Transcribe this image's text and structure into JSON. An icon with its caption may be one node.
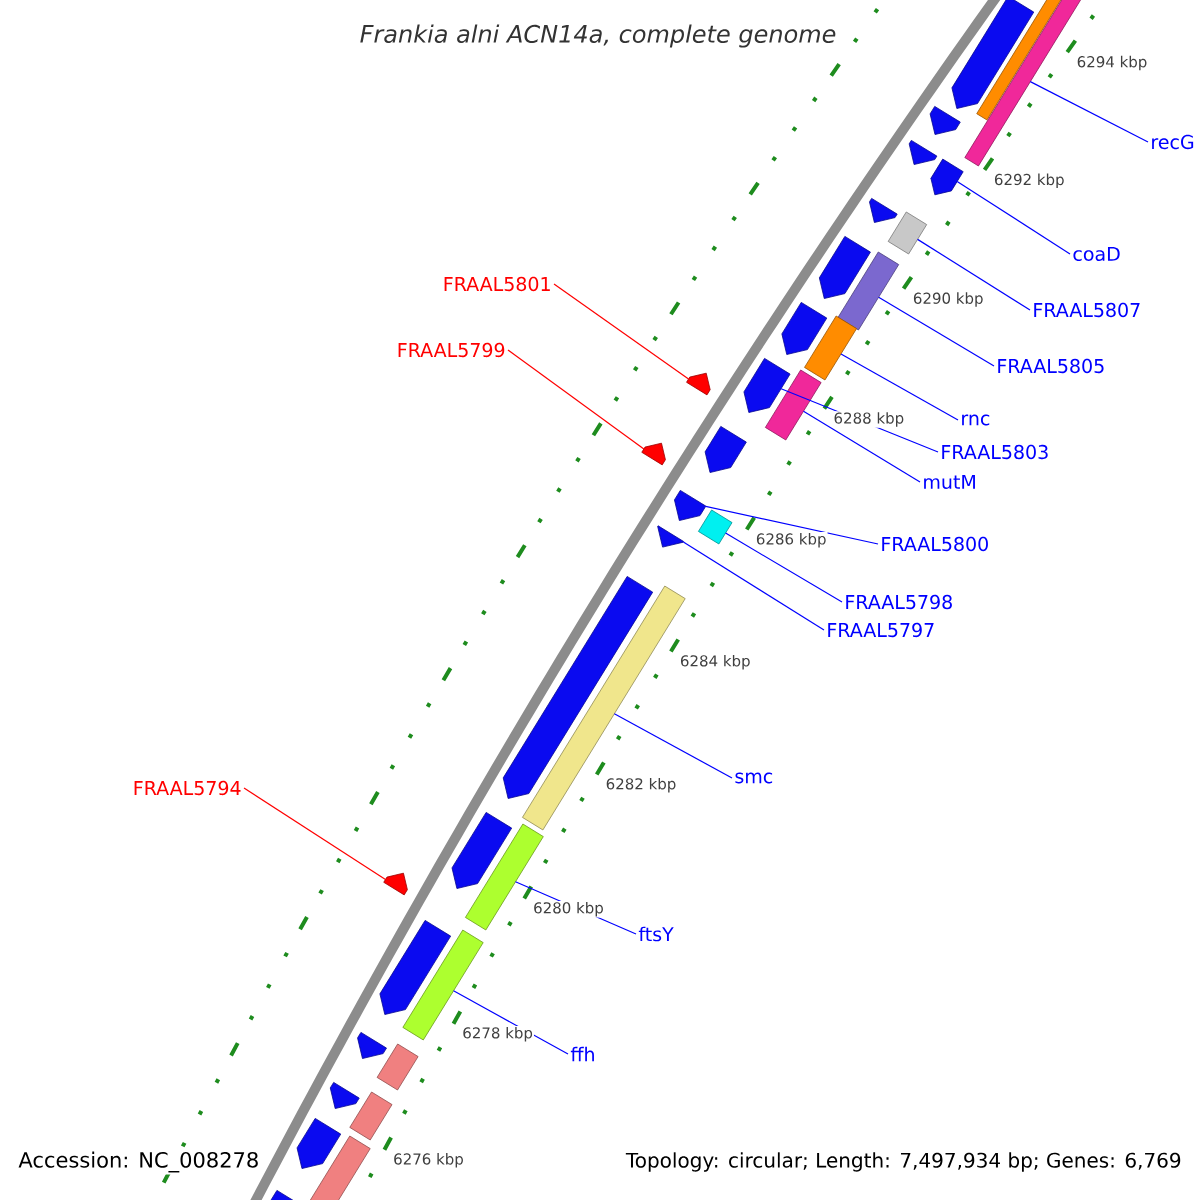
{
  "diagram": {
    "title": "Frankia alni ACN14a, complete genome",
    "nodes": [
      {
        "text": [
          "recG"
        ]
      },
      {
        "text": [
          "coaD"
        ]
      },
      {
        "text": [
          "FRAAL5801"
        ]
      },
      {
        "text": [
          "FRAAL5807"
        ]
      },
      {
        "text": [
          "FRAAL5799"
        ]
      },
      {
        "text": [
          "FRAAL5805"
        ]
      },
      {
        "text": [
          "rnc"
        ]
      },
      {
        "text": [
          "FRAAL5803"
        ]
      },
      {
        "text": [
          "mutM"
        ]
      },
      {
        "text": [
          "FRAAL5800"
        ]
      },
      {
        "text": [
          "FRAAL5798"
        ]
      },
      {
        "text": [
          "FRAAL5797"
        ]
      },
      {
        "text": [
          "smc"
        ]
      },
      {
        "text": [
          "FRAAL5794"
        ]
      },
      {
        "text": [
          "ftsY"
        ]
      },
      {
        "text": [
          "ffh"
        ]
      },
      {
        "text": [],
        "shape": "pentagon"
      },
      {
        "text": [],
        "shape": "box"
      },
      {
        "text": [],
        "shape": "box"
      },
      {
        "text": [],
        "shape": "pentagon"
      },
      {
        "text": [],
        "shape": "pentagon"
      },
      {
        "text": [],
        "shape": "pentagon"
      },
      {
        "text": [],
        "shape": "pentagon"
      },
      {
        "text": [],
        "shape": "box"
      },
      {
        "text": [],
        "shape": "pentagon"
      },
      {
        "text": [],
        "shape": "box"
      },
      {
        "text": [],
        "shape": "pentagon"
      },
      {
        "text": [],
        "shape": "box"
      },
      {
        "text": [],
        "shape": "pentagon"
      },
      {
        "text": [],
        "shape": "pentagon"
      },
      {
        "text": [],
        "shape": "box"
      },
      {
        "text": [],
        "shape": "pentagon"
      },
      {
        "text": [],
        "shape": "pentagon"
      },
      {
        "text": [],
        "shape": "pentagon"
      },
      {
        "text": [],
        "shape": "box"
      },
      {
        "text": [],
        "shape": "triangle"
      },
      {
        "text": [],
        "shape": "pentagon"
      },
      {
        "text": [],
        "shape": "box"
      },
      {
        "text": [],
        "shape": "pentagon"
      },
      {
        "text": [],
        "shape": "box"
      },
      {
        "text": [],
        "shape": "pentagon"
      },
      {
        "text": [],
        "shape": "pentagon"
      },
      {
        "text": [],
        "shape": "box"
      },
      {
        "text": [],
        "shape": "pentagon"
      },
      {
        "text": [],
        "shape": "box"
      },
      {
        "text": [],
        "shape": "pentagon"
      },
      {
        "text": [],
        "shape": "box"
      },
      {
        "text": [],
        "shape": "pentagon"
      },
      {
        "text": [],
        "shape": "box"
      },
      {
        "text": [],
        "shape": "pentagon"
      }
    ],
    "edges": [
      {
        "from": 0,
        "to": 18,
        "arrow": "none"
      },
      {
        "from": 1,
        "to": 21,
        "arrow": "none"
      },
      {
        "from": 2,
        "to": 29,
        "arrow": "none",
        "color": "#ff0000"
      },
      {
        "from": 3,
        "to": 23,
        "arrow": "none"
      },
      {
        "from": 4,
        "to": 32,
        "arrow": "none",
        "color": "#ff0000"
      },
      {
        "from": 5,
        "to": 25,
        "arrow": "none"
      },
      {
        "from": 6,
        "to": 27,
        "arrow": "none"
      },
      {
        "from": 7,
        "to": 28,
        "arrow": "none"
      },
      {
        "from": 8,
        "to": 30,
        "arrow": "none"
      },
      {
        "from": 9,
        "to": 33,
        "arrow": "none"
      },
      {
        "from": 10,
        "to": 34,
        "arrow": "none"
      },
      {
        "from": 11,
        "to": 35,
        "arrow": "none"
      },
      {
        "from": 12,
        "to": 37,
        "arrow": "none"
      },
      {
        "from": 13,
        "to": 40,
        "arrow": "none",
        "color": "#ff0000"
      },
      {
        "from": 14,
        "to": 39,
        "arrow": "none"
      },
      {
        "from": 15,
        "to": 42,
        "arrow": "none"
      }
    ],
    "labels": [
      "6294 kbp",
      "6292 kbp",
      "6290 kbp",
      "6288 kbp",
      "6286 kbp",
      "6284 kbp",
      "6282 kbp",
      "6280 kbp",
      "6278 kbp",
      "6276 kbp",
      "Accession: NC_008278",
      "Topology: circular; Length: 7,497,934 bp; Genes: 6,769"
    ]
  }
}
